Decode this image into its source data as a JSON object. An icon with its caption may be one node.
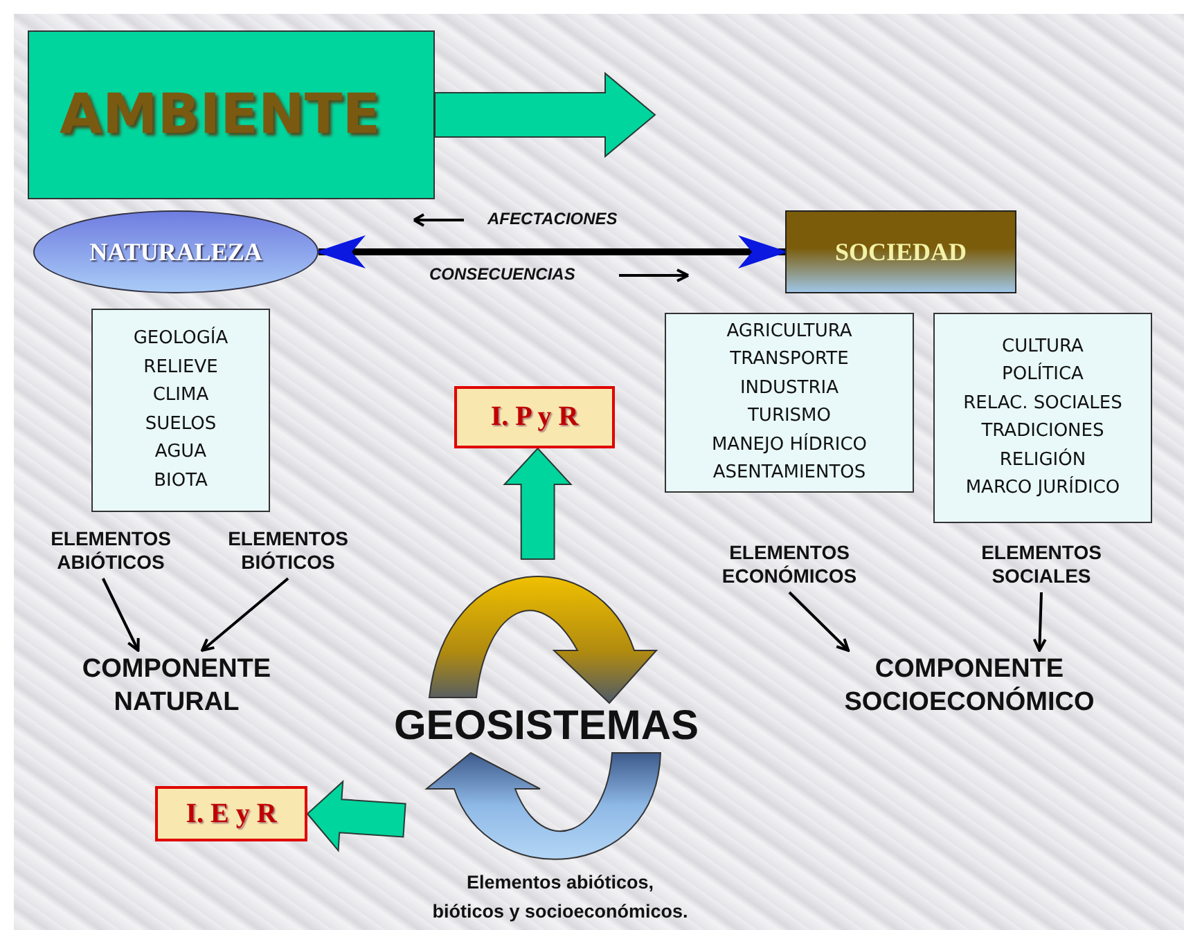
{
  "diagram": {
    "nodes": [
      {
        "text": [
          "AMBIENTE"
        ]
      },
      {
        "text": [
          "NATURALEZA"
        ]
      },
      {
        "text": [
          "SOCIEDAD"
        ]
      },
      {
        "text": [
          "GEOLOGÍA",
          "RELIEVE",
          "CLIMA",
          "SUELOS",
          "AGUA",
          "BIOTA"
        ]
      },
      {
        "text": [
          "AGRICULTURA",
          "TRANSPORTE",
          "INDUSTRIA",
          "TURISMO",
          "MANEJO HÍDRICO",
          "ASENTAMIENTOS"
        ]
      },
      {
        "text": [
          "CULTURA",
          "POLÍTICA",
          "RELAC. SOCIALES",
          "TRADICIONES",
          "RELIGIÓN",
          "MARCO JURÍDICO"
        ]
      },
      {
        "text": [
          "ELEMENTOS ABIÓTICOS"
        ]
      },
      {
        "text": [
          "ELEMENTOS BIÓTICOS"
        ]
      },
      {
        "text": [
          "ELEMENTOS ECONÓMICOS"
        ]
      },
      {
        "text": [
          "ELEMENTOS SOCIALES"
        ]
      },
      {
        "text": [
          "COMPONENTE NATURAL"
        ]
      },
      {
        "text": [
          "COMPONENTE SOCIOECONÓMICO"
        ]
      },
      {
        "text": [
          "I. P y R"
        ]
      },
      {
        "text": [
          "GEOSISTEMAS"
        ],
        "beside": [
          "Elementos abióticos, bióticos y socioeconómicos."
        ]
      },
      {
        "text": [
          "I. E y R"
        ]
      }
    ],
    "edges": [
      {
        "from": 1,
        "to": 2,
        "arrow": "both",
        "style": "thick"
      },
      {
        "from": 6,
        "to": 10,
        "arrow": "to"
      },
      {
        "from": 7,
        "to": 10,
        "arrow": "to"
      },
      {
        "from": 8,
        "to": 11,
        "arrow": "to"
      },
      {
        "from": 9,
        "to": 11,
        "arrow": "to"
      },
      {
        "from": 13,
        "to": 12,
        "arrow": "to",
        "style": "thick",
        "color": "#00d59e"
      },
      {
        "from": 13,
        "to": 14,
        "arrow": "to",
        "style": "thick",
        "color": "#00d59e"
      },
      {
        "from": 0,
        "to": null,
        "arrow": "to",
        "style": "thick",
        "color": "#00d59e"
      }
    ],
    "labels": [
      "AFECTACIONES",
      "CONSECUENCIAS"
    ]
  }
}
